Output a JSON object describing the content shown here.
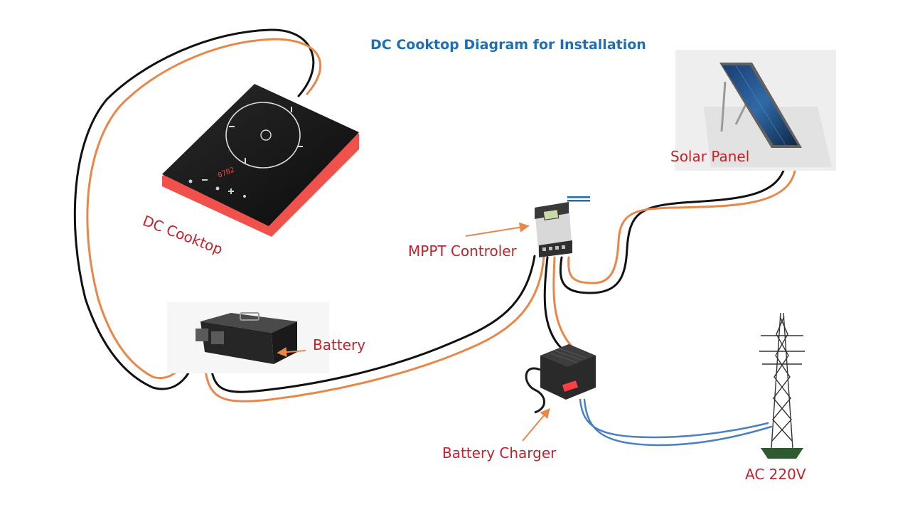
{
  "title": "DC Cooktop Diagram for Installation",
  "labels": {
    "dc_cooktop": "DC Cooktop",
    "mppt_controller": "MPPT Controler",
    "battery": "Battery",
    "solar_panel": "Solar Panel",
    "battery_charger": "Battery Charger",
    "ac_source": "AC 220V"
  },
  "cooktop_display": "0702",
  "colors": {
    "title": "#1f6eb3",
    "label": "#c0232b",
    "arrow": "#e8874a",
    "wire_positive": "#e8874a",
    "wire_negative": "#111111",
    "wire_ac": "#4a7fc2",
    "cooktop_base": "#f0514b"
  }
}
